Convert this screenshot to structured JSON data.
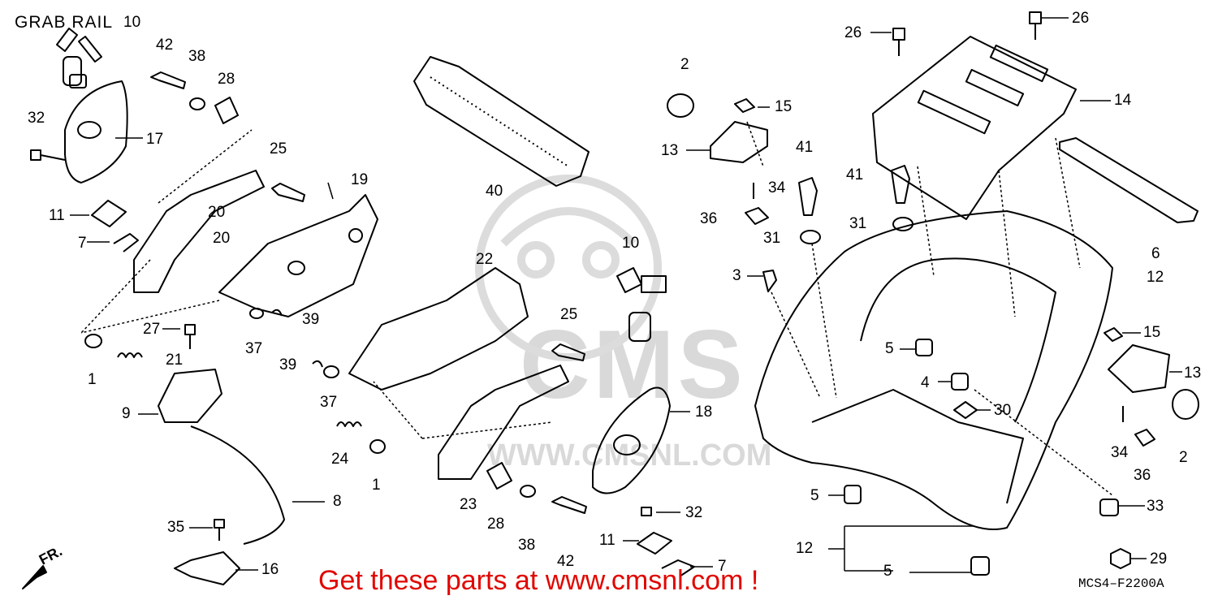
{
  "title": "GRAB RAIL",
  "promo": "Get these parts at www.cmsnl.com !",
  "diagram_code": "MCS4–F2200A",
  "direction_label": "FR.",
  "watermark": {
    "brand": "CMS",
    "url": "WWW.CMSNL.COM",
    "color": "#d9d9d9"
  },
  "colors": {
    "line": "#000000",
    "promo": "#e10600"
  },
  "callouts": {
    "c10a": "10",
    "c42a": "42",
    "c38a": "38",
    "c28a": "28",
    "c32a": "32",
    "c17": "17",
    "c25a": "25",
    "c19": "19",
    "c11a": "11",
    "c20a": "20",
    "c20b": "20",
    "c7a": "7",
    "c39a": "39",
    "c37a": "37",
    "c27": "27",
    "c21": "21",
    "c1a": "1",
    "c9": "9",
    "c8": "8",
    "c35": "35",
    "c16": "16",
    "c40": "40",
    "c22": "22",
    "c39b": "39",
    "c37b": "37",
    "c24": "24",
    "c1b": "1",
    "c23": "23",
    "c25b": "25",
    "c28b": "28",
    "c38b": "38",
    "c42b": "42",
    "c10b": "10",
    "c18": "18",
    "c32b": "32",
    "c11b": "11",
    "c7b": "7",
    "c2a": "2",
    "c15a": "15",
    "c13a": "13",
    "c41a": "41",
    "c34a": "34",
    "c36a": "36",
    "c41b": "41",
    "c31a": "31",
    "c31b": "31",
    "c3": "3",
    "c26a": "26",
    "c26b": "26",
    "c14": "14",
    "c6": "6",
    "c12a": "12",
    "c5a": "5",
    "c4": "4",
    "c30": "30",
    "c5b": "5",
    "c12b": "12",
    "c5c": "5",
    "c15b": "15",
    "c13b": "13",
    "c34b": "34",
    "c36b": "36",
    "c2b": "2",
    "c33": "33",
    "c29": "29"
  }
}
